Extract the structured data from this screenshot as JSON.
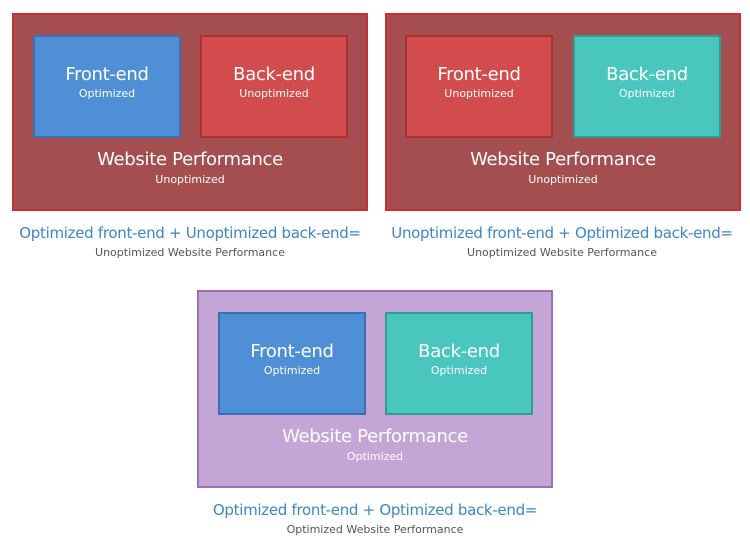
{
  "colors": {
    "optimized_box": "#4f8fd6",
    "optimized_box_border": "#3b6fb2",
    "backend_optimized": "#49c6bd",
    "backend_optimized_border": "#2f9d97",
    "unoptimized_box": "#d24b4d",
    "unoptimized_box_border": "#a93033",
    "unoptimized_panel": "#a44e4f",
    "unoptimized_panel_border": "#c53035",
    "optimized_panel": "#c3a6d6",
    "optimized_panel_border": "#9d6fba",
    "caption": "#3d86c8"
  },
  "diagrams": [
    {
      "frontend": {
        "label": "Front-end",
        "status": "Optimized"
      },
      "backend": {
        "label": "Back-end",
        "status": "Unoptimized"
      },
      "performance": {
        "label": "Website Performance",
        "status": "Unoptimized"
      },
      "equation": "Optimized front-end + Unoptimized back-end=",
      "result": "Unoptimized Website Performance"
    },
    {
      "frontend": {
        "label": "Front-end",
        "status": "Unoptimized"
      },
      "backend": {
        "label": "Back-end",
        "status": "Optimized"
      },
      "performance": {
        "label": "Website Performance",
        "status": "Unoptimized"
      },
      "equation": "Unoptimized front-end + Optimized back-end=",
      "result": "Unoptimized Website Performance"
    },
    {
      "frontend": {
        "label": "Front-end",
        "status": "Optimized"
      },
      "backend": {
        "label": "Back-end",
        "status": "Optimized"
      },
      "performance": {
        "label": "Website Performance",
        "status": "Optimized"
      },
      "equation": "Optimized front-end + Optimized back-end=",
      "result": "Optimized Website Performance"
    }
  ]
}
